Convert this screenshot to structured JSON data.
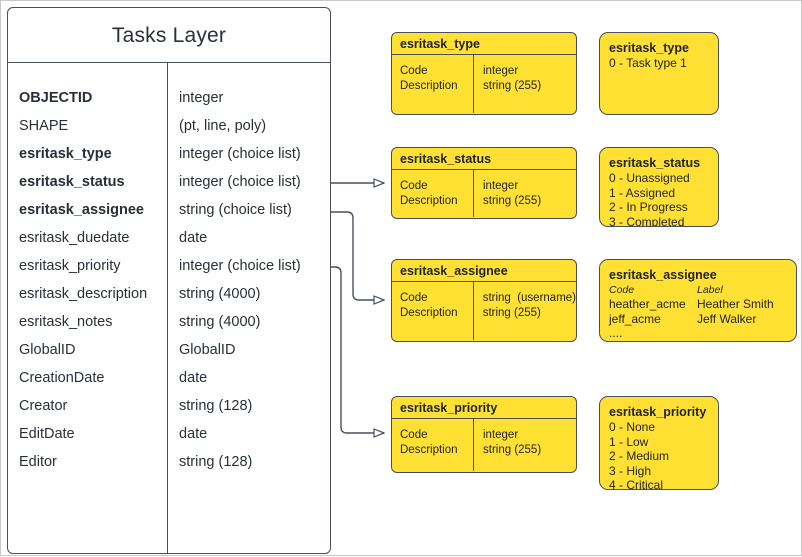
{
  "entity": {
    "title": "Tasks Layer",
    "fields": [
      {
        "name": "OBJECTID",
        "type": "integer",
        "bold": false
      },
      {
        "name": "SHAPE",
        "type": "(pt, line, poly)",
        "bold": false
      },
      {
        "name": "esritask_type",
        "type": "integer (choice list)",
        "bold": true
      },
      {
        "name": "esritask_status",
        "type": "integer (choice list)",
        "bold": true
      },
      {
        "name": "esritask_assignee",
        "type": "string (choice list)",
        "bold": true
      },
      {
        "name": "esritask_duedate",
        "type": "date",
        "bold": false
      },
      {
        "name": "esritask_priority",
        "type": "integer (choice list)",
        "bold": false
      },
      {
        "name": "esritask_description",
        "type": "string (4000)",
        "bold": false
      },
      {
        "name": "esritask_notes",
        "type": "string (4000)",
        "bold": false
      },
      {
        "name": "GlobalID",
        "type": "GlobalID",
        "bold": false
      },
      {
        "name": "CreationDate",
        "type": "date",
        "bold": false
      },
      {
        "name": "Creator",
        "type": "string (128)",
        "bold": false
      },
      {
        "name": "EditDate",
        "type": "date",
        "bold": false
      },
      {
        "name": "Editor",
        "type": "string (128)",
        "bold": false
      }
    ]
  },
  "domain_tables": {
    "type": {
      "title": "esritask_type",
      "col1_line1": "Code",
      "col1_line2": "Description",
      "col2_line1": "integer",
      "col2_line2": "string (255)"
    },
    "status": {
      "title": "esritask_status",
      "col1_line1": "Code",
      "col1_line2": "Description",
      "col2_line1": "integer",
      "col2_line2": "string (255)"
    },
    "assignee": {
      "title": "esritask_assignee",
      "col1_line1": "Code",
      "col1_line2": "Description",
      "col2_line1": "string  (username)",
      "col2_line2": "string (255)"
    },
    "priority": {
      "title": "esritask_priority",
      "col1_line1": "Code",
      "col1_line2": "Description",
      "col2_line1": "integer",
      "col2_line2": "string (255)"
    }
  },
  "value_lists": {
    "type": {
      "title": "esritask_type",
      "values": [
        "0 - Task type 1"
      ]
    },
    "status": {
      "title": "esritask_status",
      "values": [
        "0 - Unassigned",
        "1 - Assigned",
        "2 - In Progress",
        "3 - Completed"
      ]
    },
    "assignee": {
      "title": "esritask_assignee",
      "header_code": "Code",
      "header_label": "Label",
      "rows": [
        {
          "code": "heather_acme",
          "label": "Heather Smith"
        },
        {
          "code": "jeff_acme",
          "label": "Jeff Walker"
        },
        {
          "code": "....",
          "label": ""
        }
      ]
    },
    "priority": {
      "title": "esritask_priority",
      "values": [
        "0 - None",
        "1 - Low",
        "2 - Medium",
        "3 - High",
        "4 - Critical"
      ]
    }
  },
  "colors": {
    "yellow_fill": "#ffe033",
    "stroke": "#4a4f5e",
    "text": "#1f232c",
    "page_border": "#c8c8c8"
  }
}
